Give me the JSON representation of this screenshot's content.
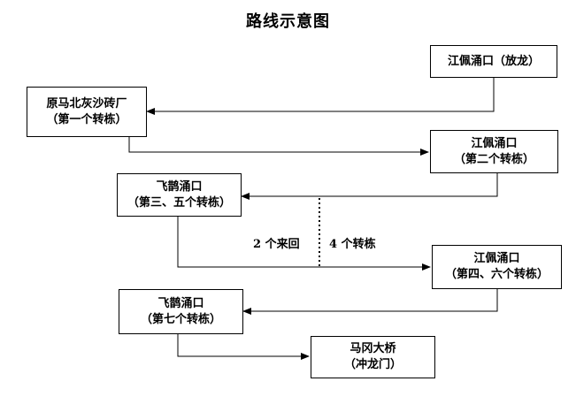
{
  "title": "路线示意图",
  "boxes": [
    {
      "line1": "江佩涌口（放龙）",
      "line2": ""
    },
    {
      "line1": "原马北灰沙砖厂",
      "line2": "（第一个转栋）"
    },
    {
      "line1": "江佩涌口",
      "line2": "（第二个转栋）"
    },
    {
      "line1": "飞鹊涌口",
      "line2": "（第三、五个转栋）"
    },
    {
      "line1": "江佩涌口",
      "line2": "（第四、六个转栋）"
    },
    {
      "line1": "飞鹊涌口",
      "line2": "（第七个转栋）"
    },
    {
      "line1": "马冈大桥",
      "line2": "（冲龙门）"
    }
  ],
  "notes": {
    "left": "2 个来回",
    "right": "4 个转栋"
  }
}
